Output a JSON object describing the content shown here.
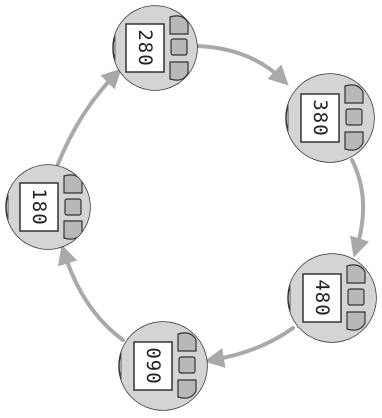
{
  "diagram": {
    "kind": "cycle",
    "direction": "clockwise",
    "colors": {
      "arrow": "#a9a9a9",
      "ring_stroke": "#333333",
      "device_body": "#d4d4d4",
      "lcd_fill": "#ffffff",
      "button_fill": "#b8b8b8"
    },
    "stations": [
      {
        "id": "top",
        "display": "280"
      },
      {
        "id": "upper-right",
        "display": "380"
      },
      {
        "id": "lower-right",
        "display": "480"
      },
      {
        "id": "bottom",
        "display": "090"
      },
      {
        "id": "left",
        "display": "180"
      }
    ]
  }
}
